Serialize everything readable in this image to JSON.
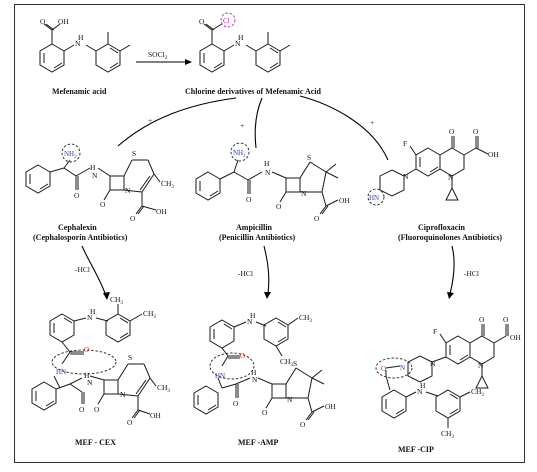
{
  "reaction": {
    "reagent": "SOCl",
    "reagent_sub": "2",
    "plus": "+",
    "minus_hcl": "-HCl"
  },
  "compounds": {
    "mefenamic": "Mefenamic acid",
    "chloride": "Chlorine derivatives of Mefenamic Acid",
    "cephalexin": "Cephalexin",
    "cephalexin_class": "(Cephalosporin Antibiotics)",
    "ampicillin": "Ampicillin",
    "ampicillin_class": "(Penicillin Antibiotics)",
    "cipro": "Ciprofloxacin",
    "cipro_class": "(Fluoroquinolones Antibiotics)",
    "mef_cex": "MEF - CEX",
    "mef_amp": "MEF -AMP",
    "mef_cip": "MEF -CIP"
  },
  "atoms": {
    "oh": "OH",
    "o": "O",
    "n": "N",
    "nh": "NH",
    "h": "H",
    "s": "S",
    "f": "F",
    "cl": "Cl",
    "nh2": "NH",
    "nh2_sub": "2",
    "hn": "HN",
    "ch3": "CH",
    "ch3_sub": "3"
  }
}
